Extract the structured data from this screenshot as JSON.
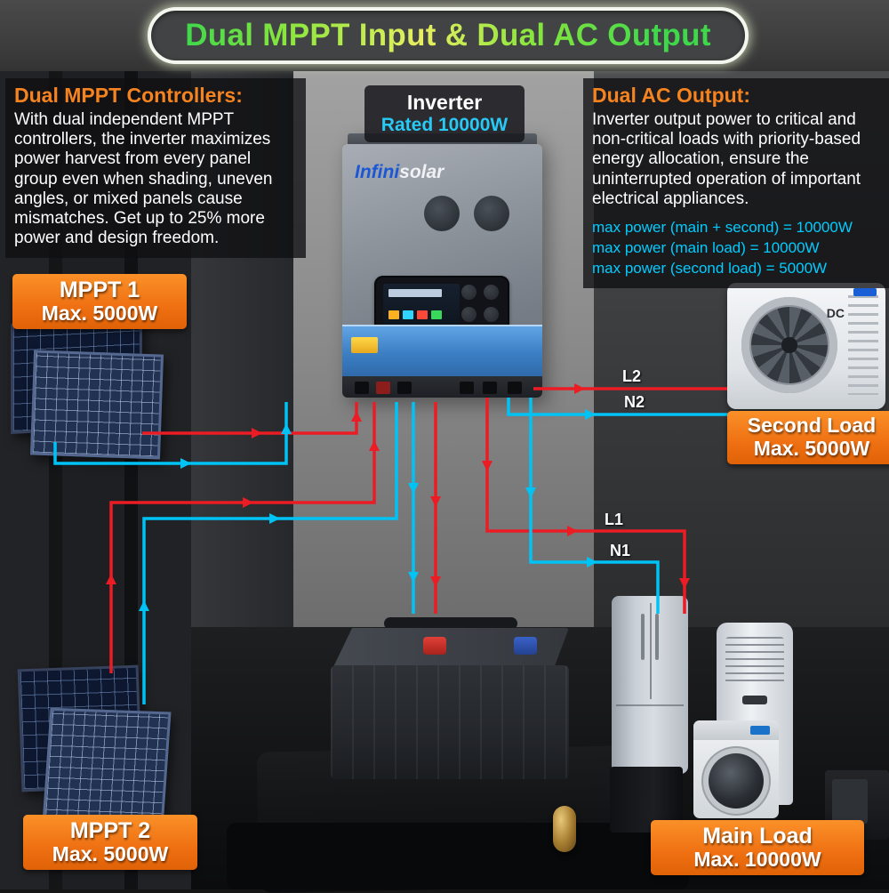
{
  "title": "Dual MPPT Input & Dual AC Output",
  "left_panel": {
    "heading": "Dual MPPT Controllers:",
    "body": "With dual independent MPPT controllers, the inverter maximizes power harvest from every panel group even when shading, uneven angles, or mixed panels cause mismatches. Get up to 25% more power and design freedom."
  },
  "inverter_label": {
    "name": "Inverter",
    "rating": "Rated 10000W"
  },
  "right_panel": {
    "heading": "Dual AC Output:",
    "body": "Inverter output power to critical and non-critical loads with priority-based energy allocation, ensure the uninterrupted operation of important electrical appliances.",
    "specs": [
      "max power (main + second) = 10000W",
      "max power (main load) = 10000W",
      "max power (second load) = 5000W"
    ]
  },
  "tags": {
    "mppt1": {
      "title": "MPPT 1",
      "value": "Max. 5000W"
    },
    "mppt2": {
      "title": "MPPT 2",
      "value": "Max. 5000W"
    },
    "second_load": {
      "title": "Second Load",
      "value": "Max. 5000W"
    },
    "main_load": {
      "title": "Main Load",
      "value": "Max. 10000W"
    }
  },
  "wire_labels": {
    "l2": "L2",
    "n2": "N2",
    "l1": "L1",
    "n1": "N1"
  },
  "inverter_device": {
    "brand_primary": "Infini",
    "brand_secondary": "solar"
  },
  "second_load_unit": {
    "marking": "DC"
  },
  "colors": {
    "accent_orange": "#f5831f",
    "title_green": "#7ce23e",
    "wire_live_red": "#ec1c24",
    "wire_neutral_cyan": "#00c3f5",
    "spec_cyan": "#00ccff"
  }
}
